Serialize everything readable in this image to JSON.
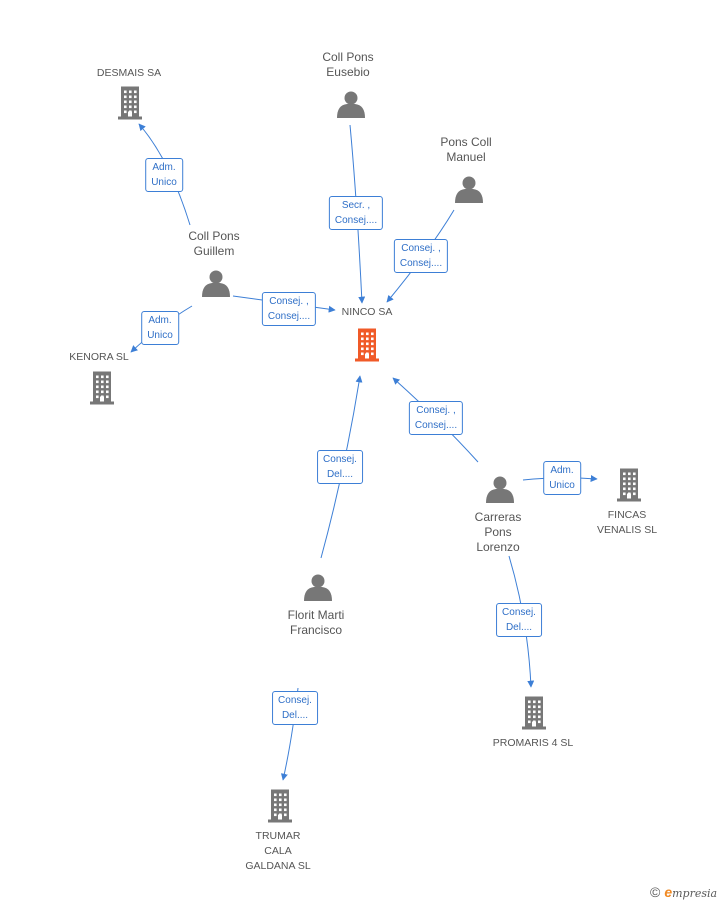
{
  "colors": {
    "edge": "#3d7fd6",
    "icon": "#777777",
    "highlight": "#f05a28"
  },
  "companies": [
    {
      "id": "ninco",
      "label": [
        "NINCO SA"
      ],
      "highlight": true
    },
    {
      "id": "desmais",
      "label": [
        "DESMAIS SA"
      ]
    },
    {
      "id": "kenora",
      "label": [
        "KENORA SL"
      ]
    },
    {
      "id": "fincas",
      "label": [
        "FINCAS",
        "VENALIS SL"
      ]
    },
    {
      "id": "promaris",
      "label": [
        "PROMARIS 4 SL"
      ]
    },
    {
      "id": "trumar",
      "label": [
        "TRUMAR",
        "CALA",
        "GALDANA SL"
      ]
    }
  ],
  "persons": [
    {
      "id": "eusebio",
      "label": [
        "Coll Pons",
        "Eusebio"
      ]
    },
    {
      "id": "manuel",
      "label": [
        "Pons Coll",
        "Manuel"
      ]
    },
    {
      "id": "guillem",
      "label": [
        "Coll Pons",
        "Guillem"
      ]
    },
    {
      "id": "lorenzo",
      "label": [
        "Carreras",
        "Pons",
        "Lorenzo"
      ]
    },
    {
      "id": "florit",
      "label": [
        "Florit Marti",
        "Francisco"
      ]
    }
  ],
  "relations": [
    {
      "id": "eusebio-ninco",
      "label": [
        "Secr. ,",
        "Consej...."
      ]
    },
    {
      "id": "manuel-ninco",
      "label": [
        "Consej. ,",
        "Consej...."
      ]
    },
    {
      "id": "guillem-ninco",
      "label": [
        "Consej. ,",
        "Consej...."
      ]
    },
    {
      "id": "guillem-desmais",
      "label": [
        "Adm.",
        "Unico"
      ]
    },
    {
      "id": "guillem-kenora",
      "label": [
        "Adm.",
        "Unico"
      ]
    },
    {
      "id": "lorenzo-ninco",
      "label": [
        "Consej. ,",
        "Consej...."
      ]
    },
    {
      "id": "lorenzo-fincas",
      "label": [
        "Adm.",
        "Unico"
      ]
    },
    {
      "id": "lorenzo-promaris",
      "label": [
        "Consej.",
        "Del...."
      ]
    },
    {
      "id": "florit-ninco",
      "label": [
        "Consej.",
        "Del...."
      ]
    },
    {
      "id": "florit-trumar",
      "label": [
        "Consej.",
        "Del...."
      ]
    }
  ],
  "brand": {
    "copyright": "©",
    "initial": "e",
    "name": "mpresia"
  }
}
